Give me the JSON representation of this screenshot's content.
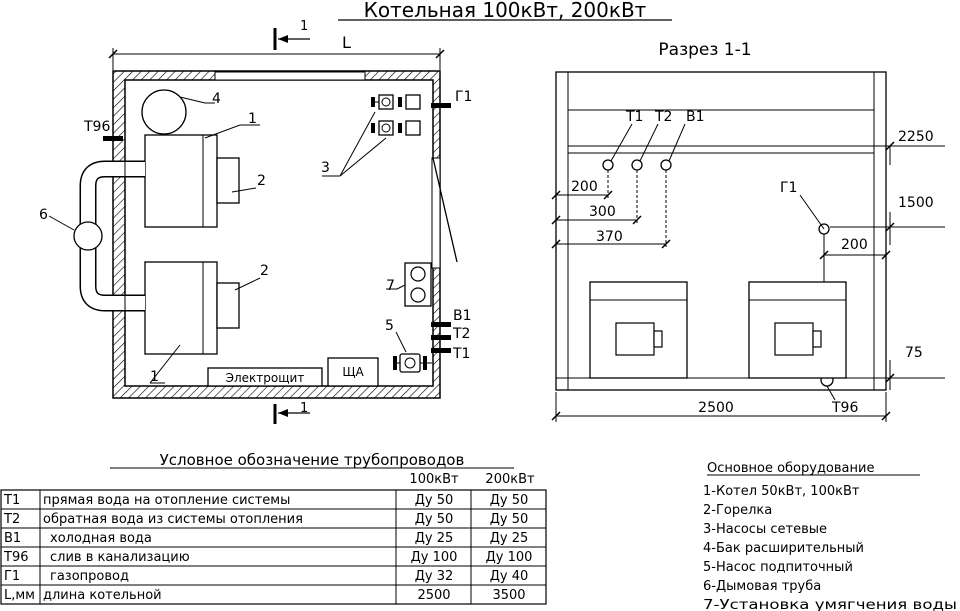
{
  "title": "Котельная 100кВт, 200кВт",
  "plan": {
    "section_mark": "1",
    "length_label": "L",
    "room_labels": {
      "electro": "Электрощит",
      "shcha": "ЩА"
    },
    "pipe_labels": {
      "g1": "Г1",
      "t96": "Т96",
      "v1": "В1",
      "t2": "Т2",
      "t1": "Т1"
    },
    "callouts": [
      "1",
      "2",
      "3",
      "4",
      "5",
      "6",
      "7"
    ]
  },
  "section": {
    "title": "Разрез 1-1",
    "pipe_labels": {
      "t1": "Т1",
      "t2": "Т2",
      "v1": "В1",
      "g1": "Г1",
      "t96": "Т96"
    },
    "dims": {
      "d2250": "2250",
      "d1500": "1500",
      "d200a": "200",
      "d300": "300",
      "d370": "370",
      "d200b": "200",
      "d75": "75",
      "d2500": "2500"
    }
  },
  "legend": {
    "title": "Условное обозначение трубопроводов",
    "col_headers": [
      "100кВт",
      "200кВт"
    ],
    "rows": [
      {
        "code": "Т1",
        "desc": "прямая вода на отопление системы",
        "a": "Ду 50",
        "b": "Ду 50"
      },
      {
        "code": "Т2",
        "desc": "обратная вода из системы отопления",
        "a": "Ду 50",
        "b": "Ду 50"
      },
      {
        "code": "В1",
        "desc": "холодная вода",
        "a": "Ду 25",
        "b": "Ду 25"
      },
      {
        "code": "Т96",
        "desc": "слив в канализацию",
        "a": "Ду 100",
        "b": "Ду 100"
      },
      {
        "code": "Г1",
        "desc": "газопровод",
        "a": "Ду 32",
        "b": "Ду 40"
      },
      {
        "code": "L,мм",
        "desc": "длина котельной",
        "a": "2500",
        "b": "3500"
      }
    ]
  },
  "equipment": {
    "title": "Основное оборудование",
    "items": [
      "1-Котел 50кВт, 100кВт",
      "2-Горелка",
      "3-Насосы сетевые",
      "4-Бак расширительный",
      "5-Насос подпиточный",
      "6-Дымовая труба",
      "7-Установка умягчения воды"
    ]
  }
}
